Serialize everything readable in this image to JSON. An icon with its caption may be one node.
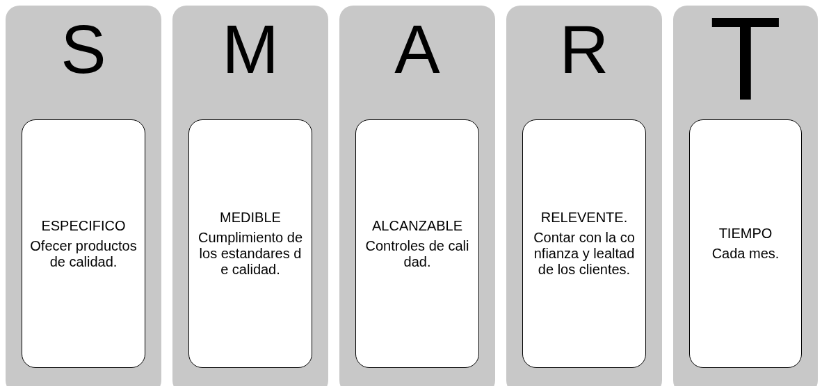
{
  "diagram": {
    "nodes": [
      {
        "text": [
          "S"
        ]
      },
      {
        "text": [
          "ESPECIFICO",
          "Ofecer productos de calidad."
        ],
        "in": 0
      },
      {
        "text": [
          "M"
        ]
      },
      {
        "text": [
          "MEDIBLE",
          "Cumplimiento de los estandares de calidad."
        ],
        "in": 2
      },
      {
        "text": [
          "A"
        ]
      },
      {
        "text": [
          "ALCANZABLE",
          "Controles de calidad."
        ],
        "in": 4
      },
      {
        "text": [
          "R"
        ]
      },
      {
        "text": [
          "RELEVENTE.",
          "Contar con la confianza y lealtad de los clientes."
        ],
        "in": 6
      },
      {
        "text": [
          "T"
        ]
      },
      {
        "text": [
          "TIEMPO",
          "Cada mes."
        ],
        "in": 8
      }
    ]
  }
}
